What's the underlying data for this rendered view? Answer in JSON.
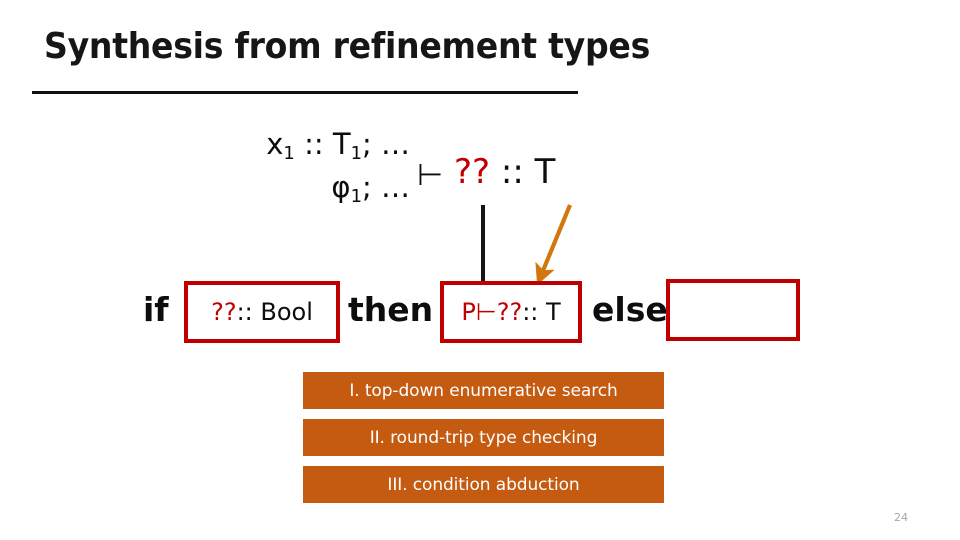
{
  "slide": {
    "title": "Synthesis from refinement types",
    "page_number": "24"
  },
  "colors": {
    "hole_red": "#C00000",
    "box_border_red": "#C00000",
    "bar_orange": "#C55A11",
    "arrow_orange": "#D2760E",
    "text_black": "#0D0D0D",
    "page_number_gray": "#A6A6A6"
  },
  "judgment": {
    "env_line_1_prefix": "x",
    "env_line_1_sub": "1",
    "env_line_1_suffix": " :: T",
    "env_line_1_sub2": "1",
    "env_line_1_tail": "; …",
    "env_line_2_prefix": "φ",
    "env_line_2_sub": "1",
    "env_line_2_tail": "; …",
    "turnstile": "⊢",
    "goal_hole": "??",
    "goal_type": " :: T"
  },
  "conditional": {
    "if_label": "if",
    "then_label": "then",
    "else_label": "else",
    "cond_box": {
      "hole": "??",
      "rest": " :: Bool"
    },
    "then_box": {
      "hole_prefix": "P⊢??",
      "rest": " :: T"
    },
    "else_box": {
      "content": ""
    }
  },
  "techniques": [
    {
      "label": "I. top-down enumerative search"
    },
    {
      "label": "II. round-trip type checking"
    },
    {
      "label": "III. condition abduction"
    }
  ]
}
